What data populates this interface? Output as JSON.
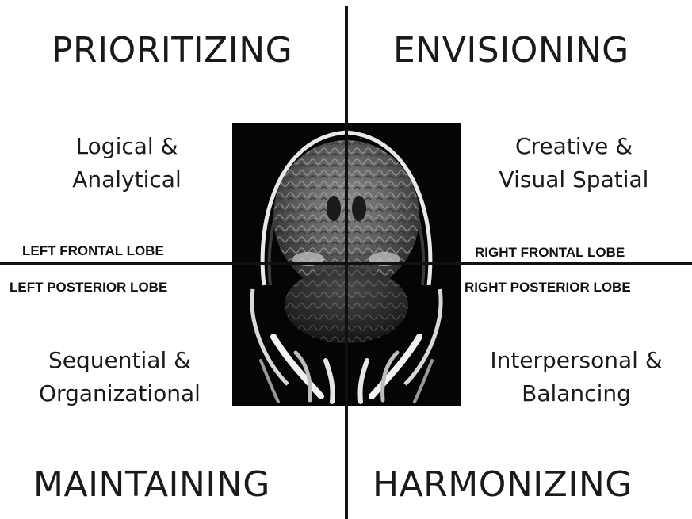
{
  "quadrants": {
    "top_left": "PRIORITIZING",
    "top_right": "ENVISIONING",
    "bottom_left": "MAINTAINING",
    "bottom_right": "HARMONIZING"
  },
  "traits": {
    "top_left": [
      "Logical &",
      "Analytical"
    ],
    "top_right": [
      "Creative &",
      "Visual Spatial"
    ],
    "bottom_left": [
      "Sequential &",
      "Organizational"
    ],
    "bottom_right": [
      "Interpersonal &",
      "Balancing"
    ]
  },
  "lobes": {
    "left_frontal": "LEFT FRONTAL LOBE",
    "left_posterior": "LEFT POSTERIOR LOBE",
    "right_frontal": "RIGHT FRONTAL LOBE",
    "right_posterior": "RIGHT POSTERIOR LOBE"
  },
  "colors": {
    "text": "#1a1a1a",
    "axis": "#111111",
    "scan_background": "#050505"
  },
  "image": {
    "subject": "coronal brain MRI scan"
  }
}
